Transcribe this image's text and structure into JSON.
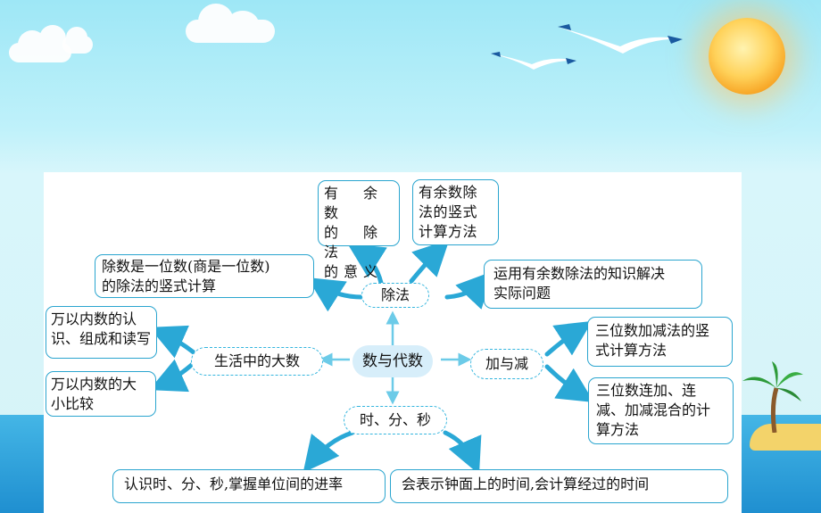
{
  "colors": {
    "arrow": "#2aa8d6",
    "box_border": "#2aa5cf",
    "center_fill": "#d7eefa"
  },
  "diagram": {
    "center": "数与代数",
    "branches": {
      "division": {
        "label": "除法",
        "items": [
          [
            "有　余　数",
            "的　除　法",
            "的意义"
          ],
          [
            "有余数除",
            "法的竖式",
            "计算方法"
          ],
          [
            "除数是一位数(商是一位数)",
            "的除法的竖式计算"
          ],
          [
            "运用有余数除法的知识解决",
            "实际问题"
          ]
        ]
      },
      "large_numbers": {
        "label": "生活中的大数",
        "items": [
          [
            "万以内数的认",
            "识、组成和读写"
          ],
          [
            "万以内数的大",
            "小比较"
          ]
        ]
      },
      "add_sub": {
        "label": "加与减",
        "items": [
          [
            "三位数加减法的竖",
            "式计算方法"
          ],
          [
            "三位数连加、连",
            "减、加减混合的计",
            "算方法"
          ]
        ]
      },
      "time": {
        "label": "时、分、秒",
        "items": [
          "认识时、分、秒,掌握单位间的进率",
          "会表示钟面上的时间,会计算经过的时间"
        ]
      }
    }
  }
}
